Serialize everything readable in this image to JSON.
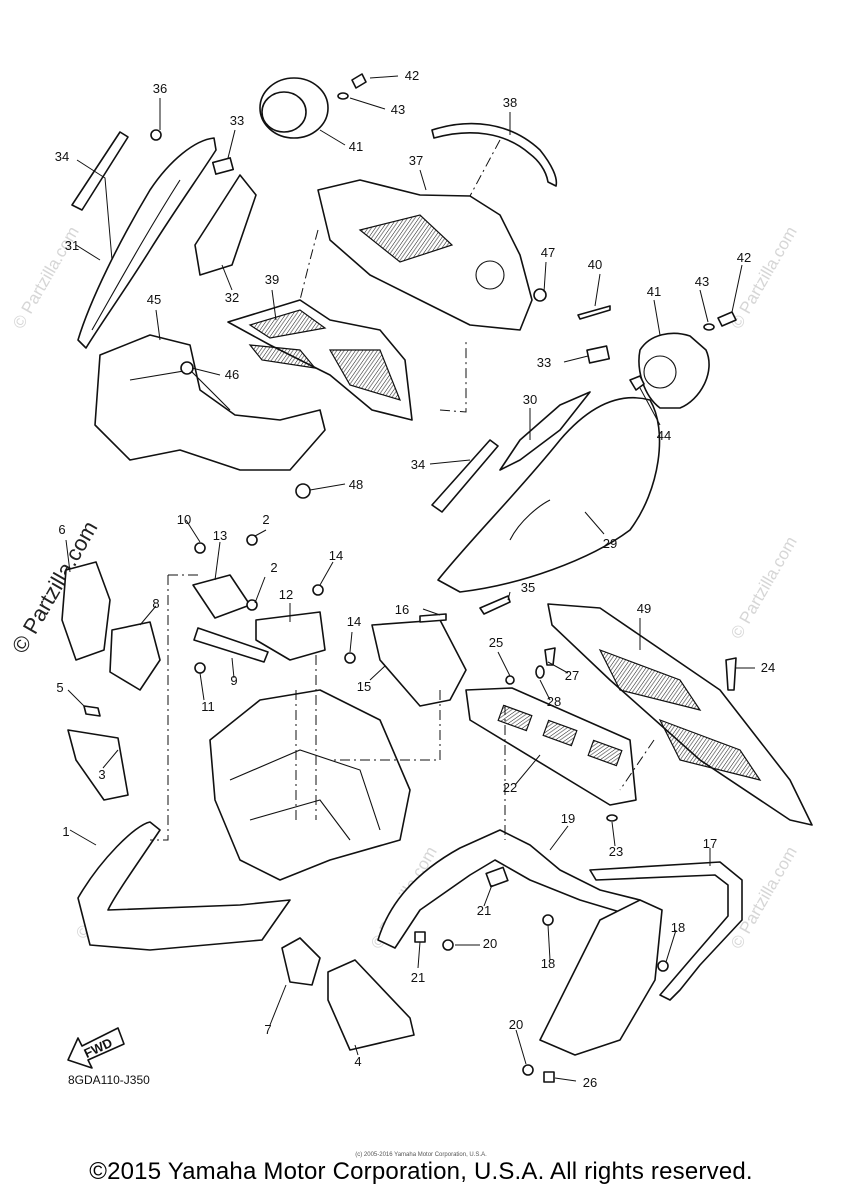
{
  "diagram": {
    "part_numbers": [
      "1",
      "2",
      "2",
      "3",
      "4",
      "5",
      "6",
      "7",
      "8",
      "9",
      "10",
      "11",
      "12",
      "13",
      "14",
      "14",
      "15",
      "16",
      "17",
      "18",
      "18",
      "19",
      "20",
      "20",
      "21",
      "21",
      "22",
      "23",
      "24",
      "25",
      "26",
      "27",
      "28",
      "29",
      "30",
      "31",
      "32",
      "33",
      "33",
      "34",
      "34",
      "35",
      "36",
      "37",
      "38",
      "39",
      "40",
      "41",
      "41",
      "42",
      "42",
      "43",
      "43",
      "44",
      "45",
      "46",
      "47",
      "48",
      "49"
    ],
    "diagram_code": "8GDA110-J350",
    "fwd_label": "FWD",
    "copyright": "©2015 Yamaha Motor Corporation, U.S.A. All rights reserved.",
    "small_copyright": "(c) 2005-2016 Yamaha Motor Corporation, U.S.A.",
    "watermark": "© Partzilla.com"
  }
}
